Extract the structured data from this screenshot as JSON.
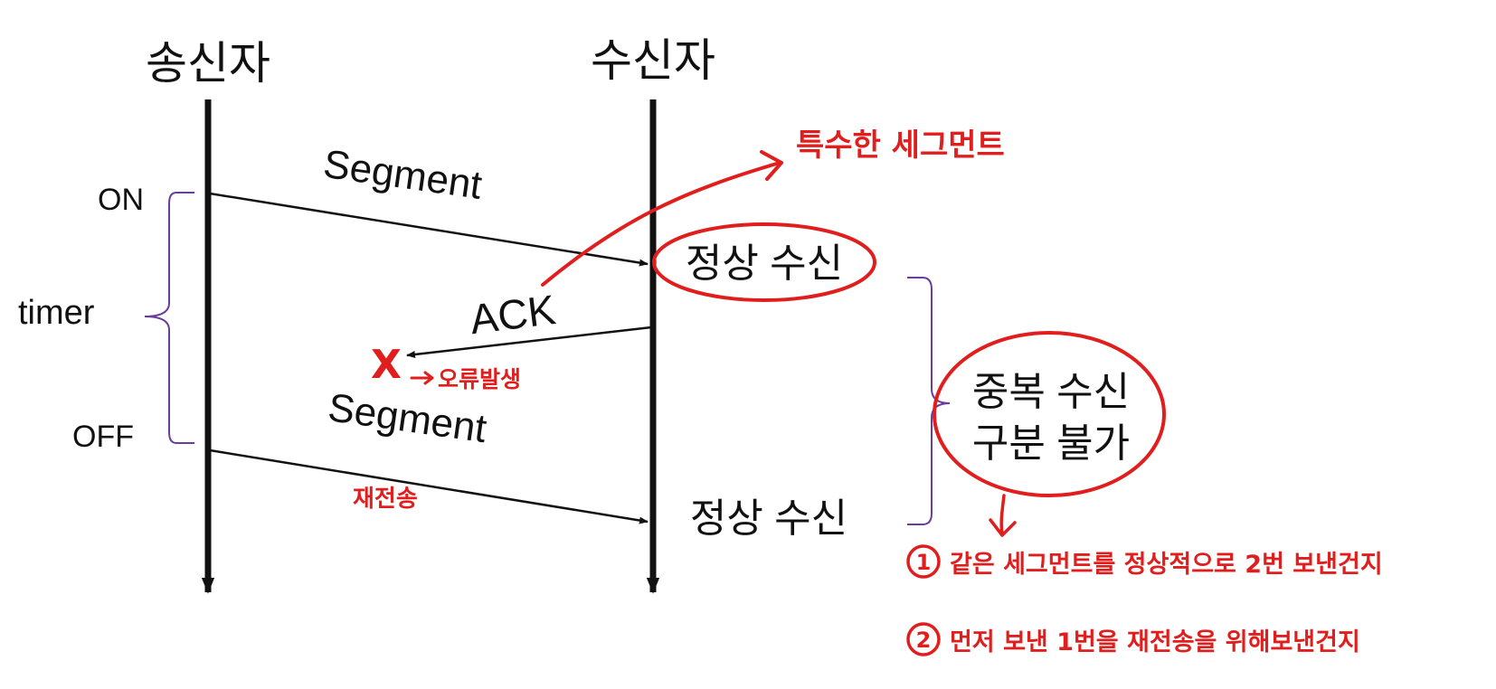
{
  "lifelines": {
    "sender": "송신자",
    "receiver": "수신자"
  },
  "timer": {
    "on": "ON",
    "label": "timer",
    "off": "OFF"
  },
  "messages": {
    "segment1": "Segment",
    "ack": "ACK",
    "lost_mark": "X",
    "segment2": "Segment"
  },
  "receiver_notes": {
    "received1": "정상 수신",
    "received2": "정상 수신",
    "duplicate_line1": "중복 수신",
    "duplicate_line2": "구분 불가"
  },
  "annotations": {
    "special_segment": "특수한 세그먼트",
    "error_occurred": "오류발생",
    "retransmit": "재전송",
    "note1_num": "1",
    "note1": "같은 세그먼트를 정상적으로 2번 보낸건지",
    "note2_num": "2",
    "note2": "먼저 보낸 1번을 재전송을 위해보낸건지"
  },
  "colors": {
    "ink": "#111111",
    "annotation": "#e01e1e",
    "bracket": "#6a3d9a"
  }
}
